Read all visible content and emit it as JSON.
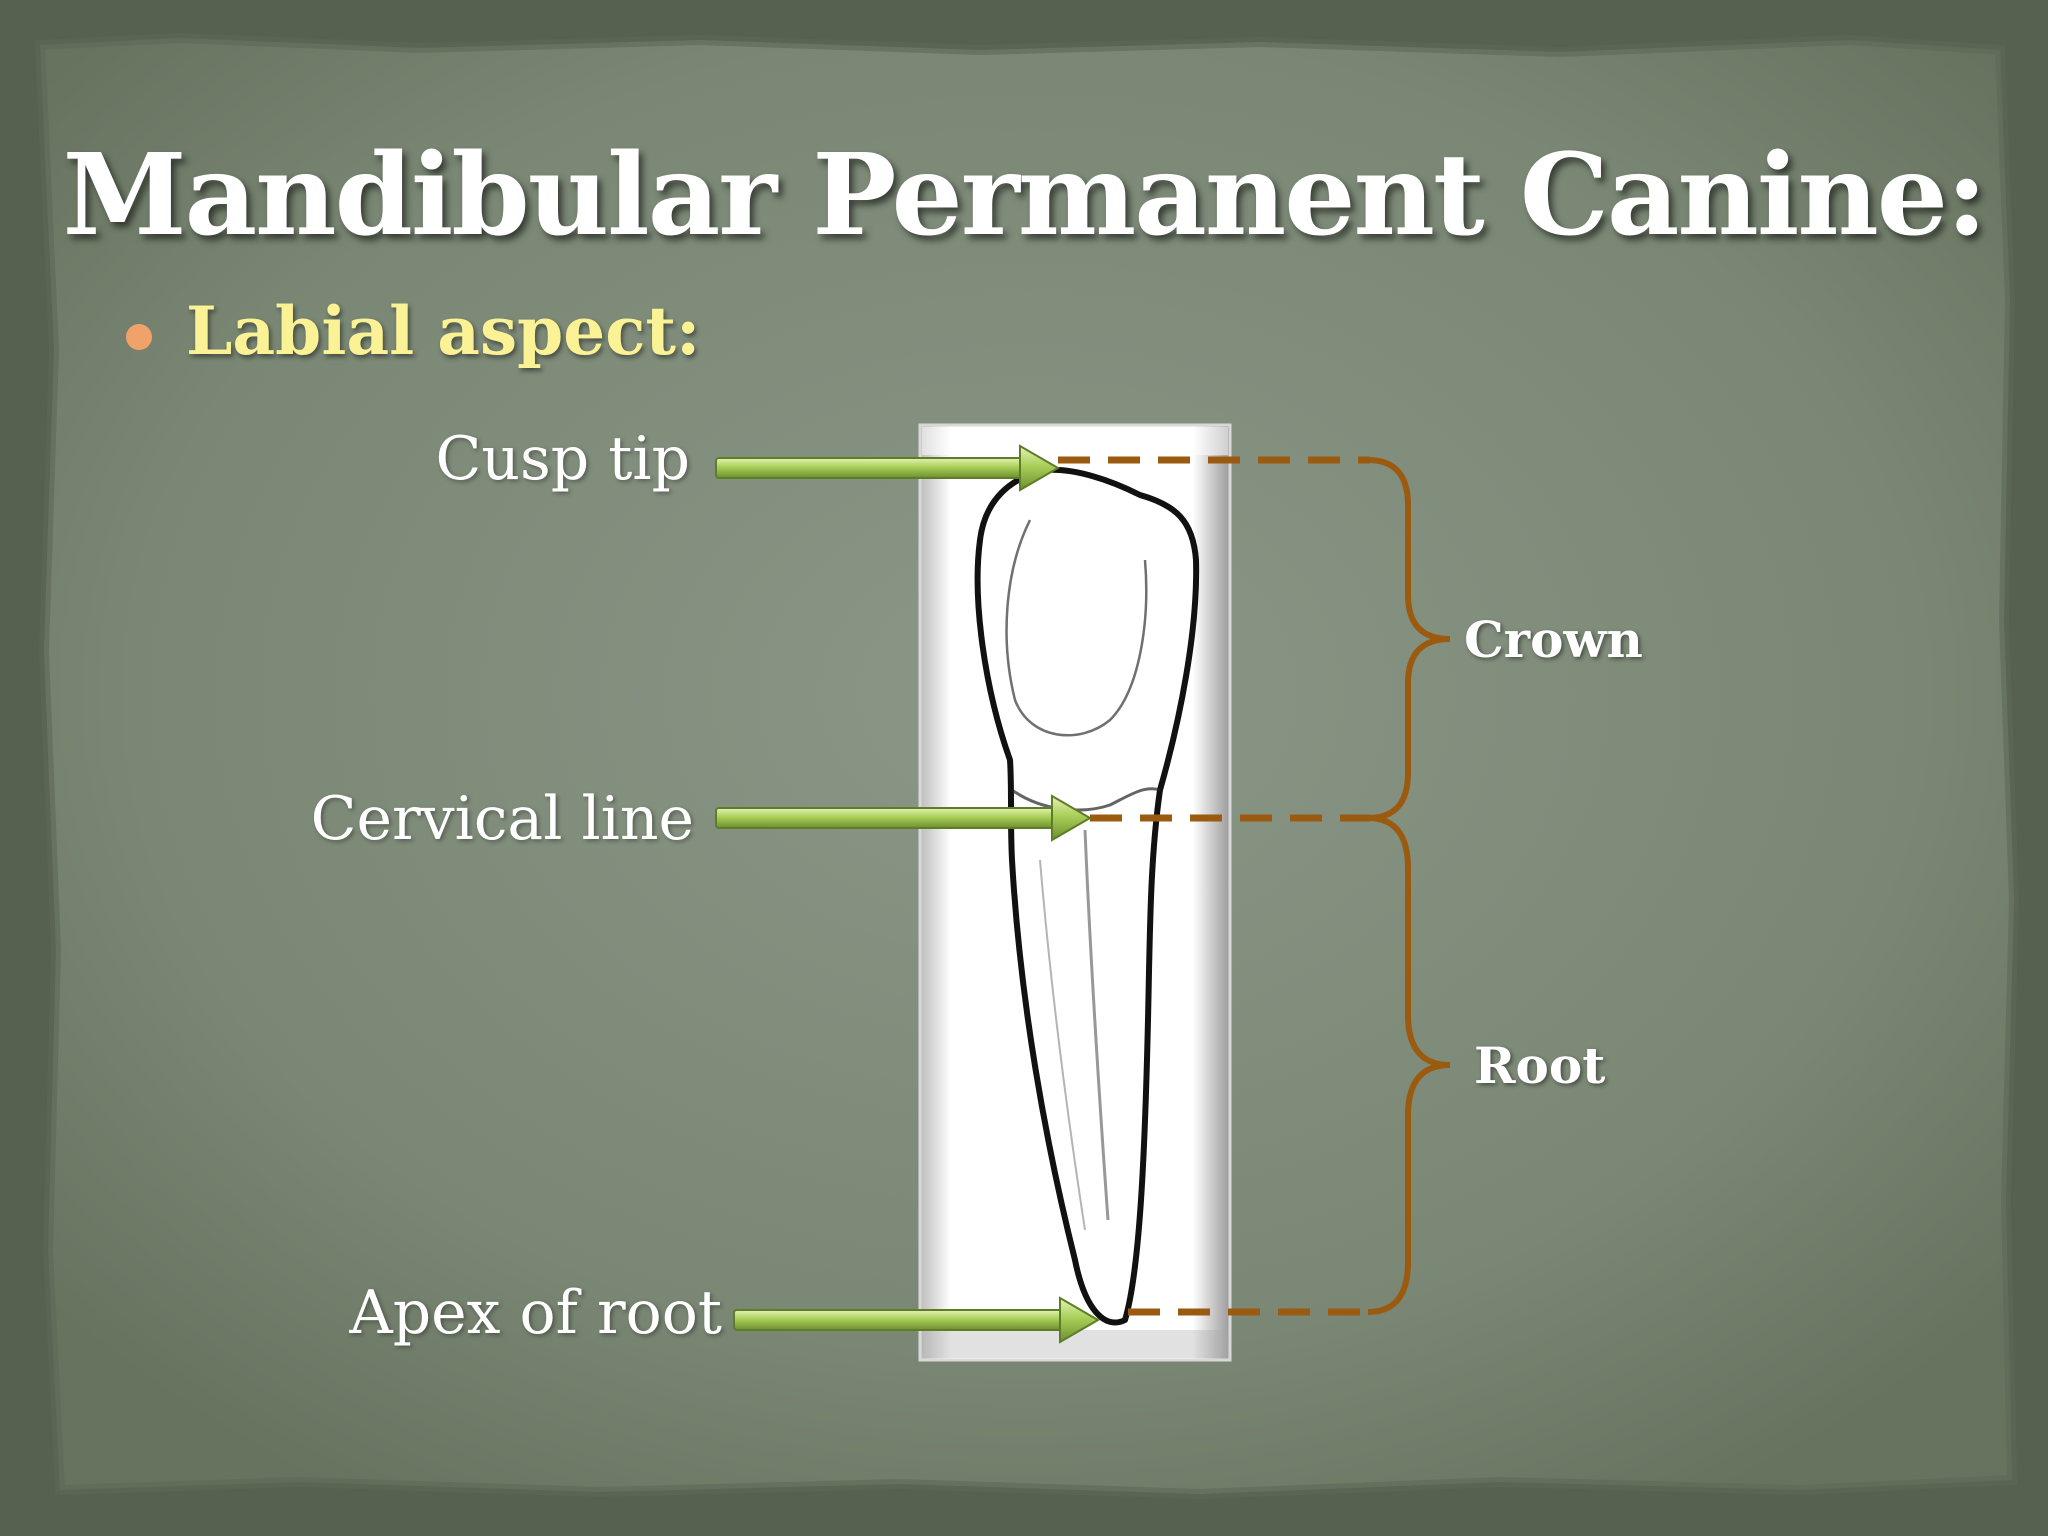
{
  "slide": {
    "title": "Mandibular Permanent Canine:",
    "bullet": "Labial aspect:"
  },
  "diagram": {
    "labels": {
      "cusp_tip": "Cusp tip",
      "cervical_line": "Cervical line",
      "apex_of_root": "Apex  of  root"
    },
    "regions": {
      "crown": "Crown",
      "root": "Root"
    }
  },
  "colors": {
    "title": "#ffffff",
    "bullet_text": "#fbf296",
    "bullet_dot": "#f1a26a",
    "bracket": "#9a5a10",
    "arrow": "#9bbf4a",
    "background": "#7d8a78"
  }
}
